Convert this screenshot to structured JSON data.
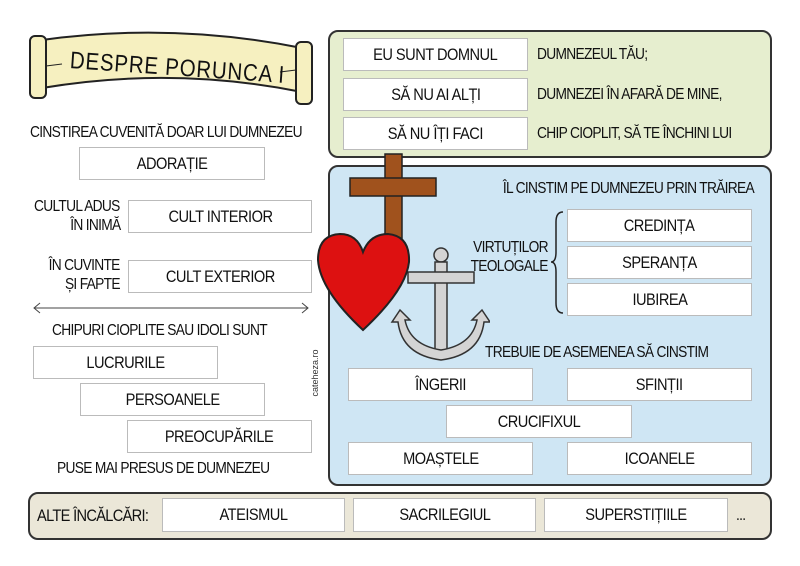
{
  "title": "DESPRE PORUNCA I",
  "left": {
    "adoration_label": "CINSTIREA CUVENITĂ DOAR LUI DUMNEZEU",
    "adoration_box": "ADORAȚIE",
    "interior_label": [
      "CULTUL ADUS",
      "ÎN INIMĂ"
    ],
    "interior_box": "CULT INTERIOR",
    "exterior_label": [
      "ÎN CUVINTE",
      "ȘI FAPTE"
    ],
    "exterior_box": "CULT EXTERIOR",
    "idols_label": "CHIPURI CIOPLITE SAU IDOLI SUNT",
    "idols": [
      "LUCRURILE",
      "PERSOANELE",
      "PREOCUPĂRILE"
    ],
    "idols_footer": "PUSE MAI PRESUS DE DUMNEZEU"
  },
  "commandment": {
    "rows": [
      {
        "box": "EU SUNT DOMNUL",
        "text": "DUMNEZEUL TĂU;"
      },
      {
        "box": "SĂ NU AI ALȚI",
        "text": "DUMNEZEI ÎN AFARĂ DE MINE,"
      },
      {
        "box": "SĂ NU ÎȚI FACI",
        "text": "CHIP CIOPLIT, SĂ TE ÎNCHINI LUI"
      }
    ]
  },
  "honor": {
    "title": "ÎL CINSTIM PE DUMNEZEU PRIN TRĂIREA",
    "virtues_label": [
      "VIRTUȚILOR",
      "TEOLOGALE"
    ],
    "virtues": [
      "CREDINȚA",
      "SPERANȚA",
      "IUBIREA"
    ],
    "also_title": "TREBUIE DE ASEMENEA SĂ CINSTIM",
    "also": [
      "ÎNGERII",
      "SFINȚII",
      "CRUCIFIXUL",
      "MOAȘTELE",
      "ICOANELE"
    ]
  },
  "watermark": "cateheza.ro",
  "bottom": {
    "label": "ALTE ÎNCĂLCĂRI:",
    "items": [
      "ATEISMUL",
      "SACRILEGIUL",
      "SUPERSTIȚIILE"
    ],
    "more": "..."
  },
  "colors": {
    "green_panel": "#e6eecf",
    "blue_panel": "#cfe6f4",
    "bottom_panel": "#ebe7d8",
    "scroll": "#f6f0c0",
    "cross": "#a0521d",
    "heart": "#dd1111",
    "anchor": "#d4d4d4"
  }
}
